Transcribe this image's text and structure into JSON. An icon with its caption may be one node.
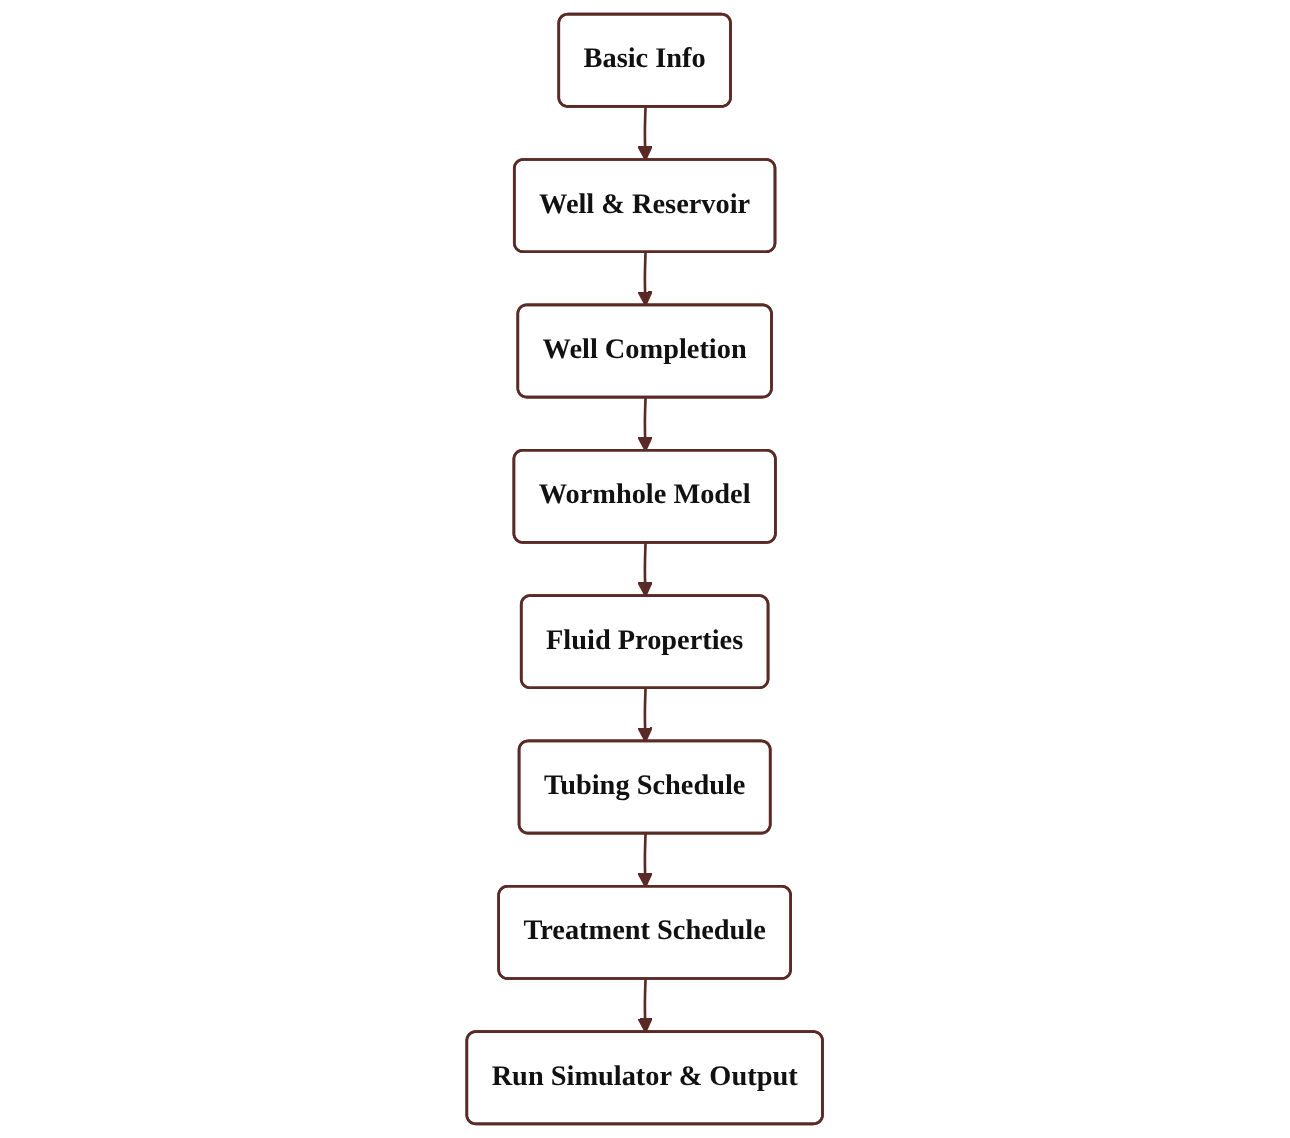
{
  "diagram": {
    "nodes": [
      {
        "text": [
          "Basic Info"
        ]
      },
      {
        "text": [
          "Well & Reservoir"
        ]
      },
      {
        "text": [
          "Well Completion"
        ]
      },
      {
        "text": [
          "Wormhole Model"
        ]
      },
      {
        "text": [
          "Fluid Properties"
        ]
      },
      {
        "text": [
          "Tubing Schedule"
        ]
      },
      {
        "text": [
          "Treatment Schedule"
        ]
      },
      {
        "text": [
          "Run Simulator & Output"
        ]
      }
    ],
    "edges": [
      {
        "from": 0,
        "to": 1,
        "arrow": "to"
      },
      {
        "from": 1,
        "to": 2,
        "arrow": "to"
      },
      {
        "from": 2,
        "to": 3,
        "arrow": "to"
      },
      {
        "from": 3,
        "to": 4,
        "arrow": "to"
      },
      {
        "from": 4,
        "to": 5,
        "arrow": "to"
      },
      {
        "from": 5,
        "to": 6,
        "arrow": "to"
      },
      {
        "from": 6,
        "to": 7,
        "arrow": "to"
      }
    ]
  }
}
